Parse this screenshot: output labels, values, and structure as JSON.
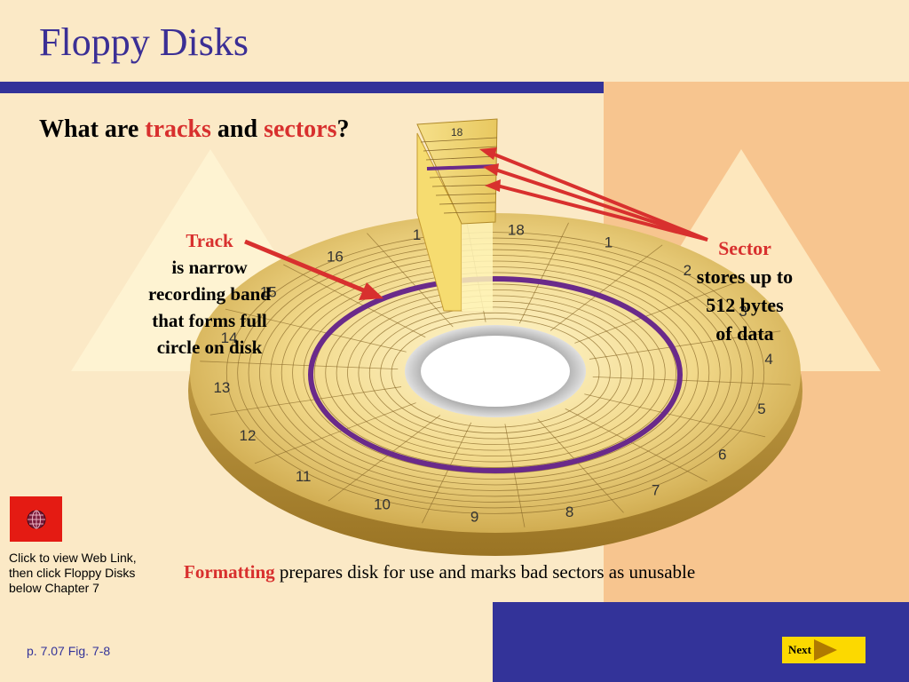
{
  "slide": {
    "title": "Floppy Disks",
    "question": {
      "prefix": "What are ",
      "tracks": "tracks",
      "and": " and ",
      "sectors": "sectors",
      "suffix": "?"
    }
  },
  "figure": {
    "track_caption": {
      "heading": "Track",
      "lines": [
        "is narrow",
        "recording band",
        "that forms  full",
        "circle on disk"
      ]
    },
    "sector_caption": {
      "heading": "Sector",
      "lines": [
        "stores up to",
        "512 bytes",
        "of data"
      ]
    },
    "disk_sector_numbers": [
      "1",
      "2",
      "3",
      "4",
      "5",
      "6",
      "7",
      "8",
      "9",
      "10",
      "11",
      "12",
      "13",
      "14",
      "15",
      "16",
      "17",
      "18"
    ],
    "lifted_sector_number": "18"
  },
  "weblink": {
    "icon": "globe-icon",
    "text_lines": [
      "Click to view Web Link,",
      "then click Floppy Disks",
      "below Chapter 7"
    ]
  },
  "formatting": {
    "term": "Formatting",
    "rest": " prepares disk for use and marks bad sectors as unusable"
  },
  "footer": {
    "page_ref": "p. 7.07 Fig. 7-8",
    "next_label": "Next"
  },
  "colors": {
    "title": "#3b2f95",
    "accent_red": "#d8302e",
    "band_blue": "#333399",
    "track_purple": "#6a2a8a",
    "next_yellow": "#fcd900"
  }
}
